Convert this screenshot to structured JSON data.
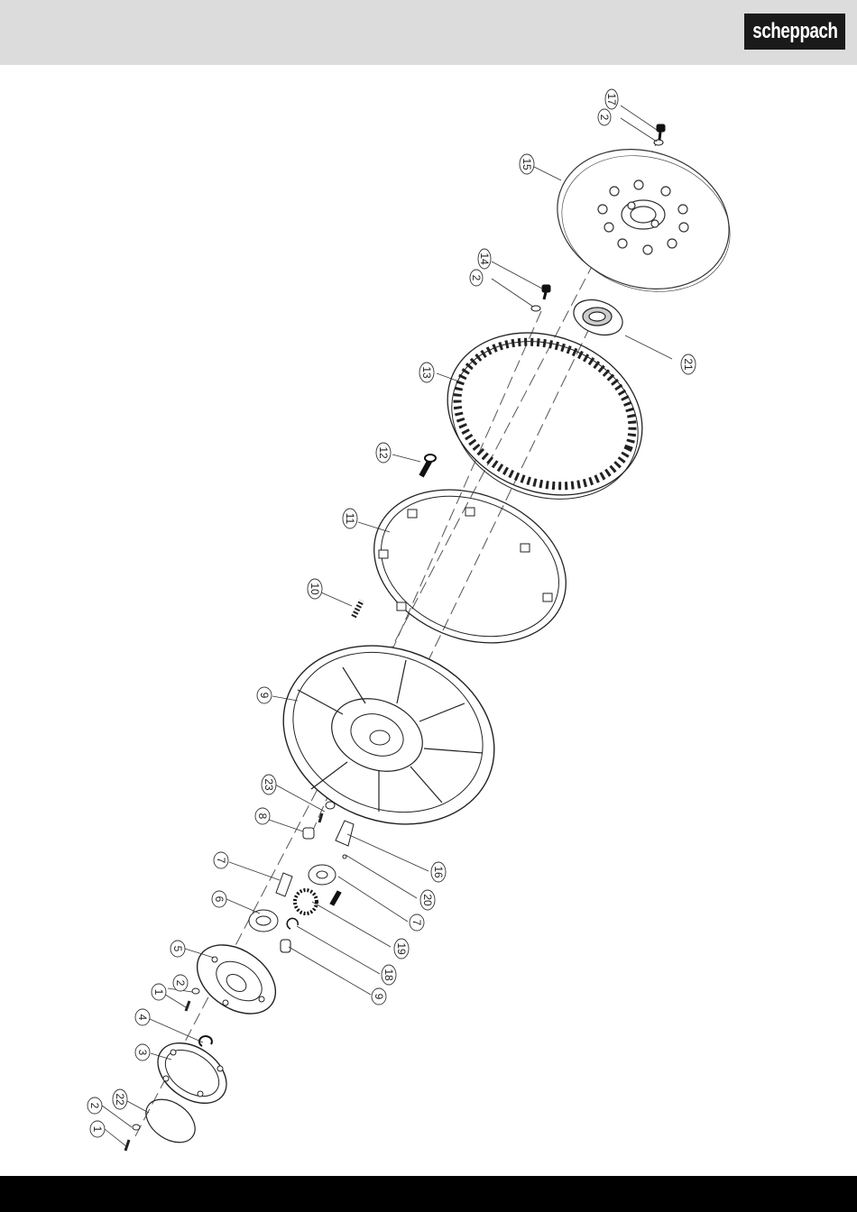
{
  "header": {
    "brand": "scheppach",
    "brand_color": "#1a1a1a",
    "band_color": "#dcdcdc"
  },
  "diagram": {
    "part_labels": [
      "1",
      "2",
      "22",
      "3",
      "4",
      "1",
      "2",
      "5",
      "6",
      "7",
      "8",
      "23",
      "9",
      "10",
      "11",
      "12",
      "13",
      "2",
      "14",
      "15",
      "2",
      "17",
      "21",
      "16",
      "20",
      "7",
      "19",
      "18",
      "9"
    ]
  },
  "footer": {
    "band_color": "#000000"
  }
}
